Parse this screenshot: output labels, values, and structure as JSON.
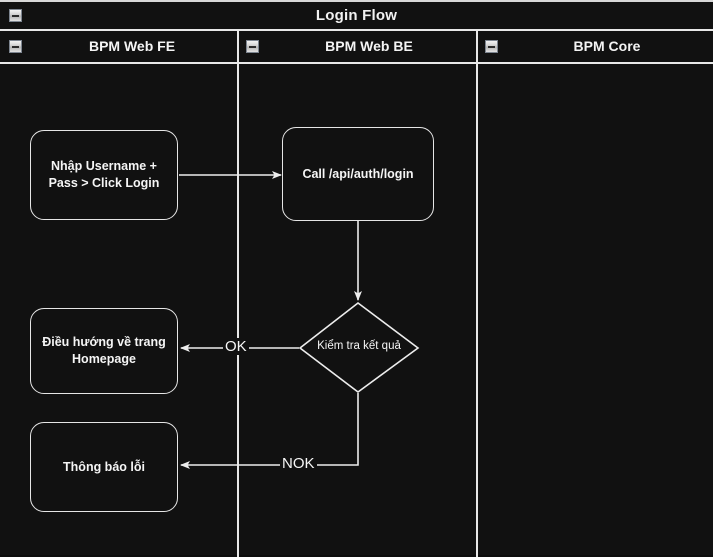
{
  "pool": {
    "title": "Login Flow",
    "collapse_icon": "minus-box-icon"
  },
  "lanes": [
    {
      "id": "fe",
      "label": "BPM Web FE",
      "collapse_icon": "minus-box-icon"
    },
    {
      "id": "be",
      "label": "BPM Web BE",
      "collapse_icon": "minus-box-icon"
    },
    {
      "id": "core",
      "label": "BPM Core",
      "collapse_icon": "minus-box-icon"
    }
  ],
  "nodes": [
    {
      "id": "n1",
      "type": "task",
      "lane": "fe",
      "text": "Nhập Username +\nPass > Click Login"
    },
    {
      "id": "n2",
      "type": "task",
      "lane": "be",
      "text": "Call /api/auth/login"
    },
    {
      "id": "n3",
      "type": "gateway",
      "lane": "be",
      "text": "Kiểm tra kết quả"
    },
    {
      "id": "n4",
      "type": "task",
      "lane": "fe",
      "text": "Điều hướng về trang\nHomepage"
    },
    {
      "id": "n5",
      "type": "task",
      "lane": "fe",
      "text": "Thông báo lỗi"
    }
  ],
  "edges": [
    {
      "id": "e1",
      "from": "n1",
      "to": "n2",
      "label": ""
    },
    {
      "id": "e2",
      "from": "n2",
      "to": "n3",
      "label": ""
    },
    {
      "id": "e3",
      "from": "n3",
      "to": "n4",
      "label": "OK"
    },
    {
      "id": "e4",
      "from": "n3",
      "to": "n5",
      "label": "NOK"
    }
  ],
  "node_text": {
    "n1_line1": "Nhập Username +",
    "n1_line2": "Pass > Click Login",
    "n2": "Call /api/auth/login",
    "n3": "Kiểm tra kết quả",
    "n4_line1": "Điều hướng về trang",
    "n4_line2": "Homepage",
    "n5": "Thông báo lỗi"
  },
  "edge_labels": {
    "ok": "OK",
    "nok": "NOK"
  },
  "colors": {
    "canvas": "#111111",
    "stroke": "#e8e8e8",
    "text": "#f5f5f5",
    "icon_face": "#cfcfcf",
    "icon_border": "#7d8590"
  }
}
